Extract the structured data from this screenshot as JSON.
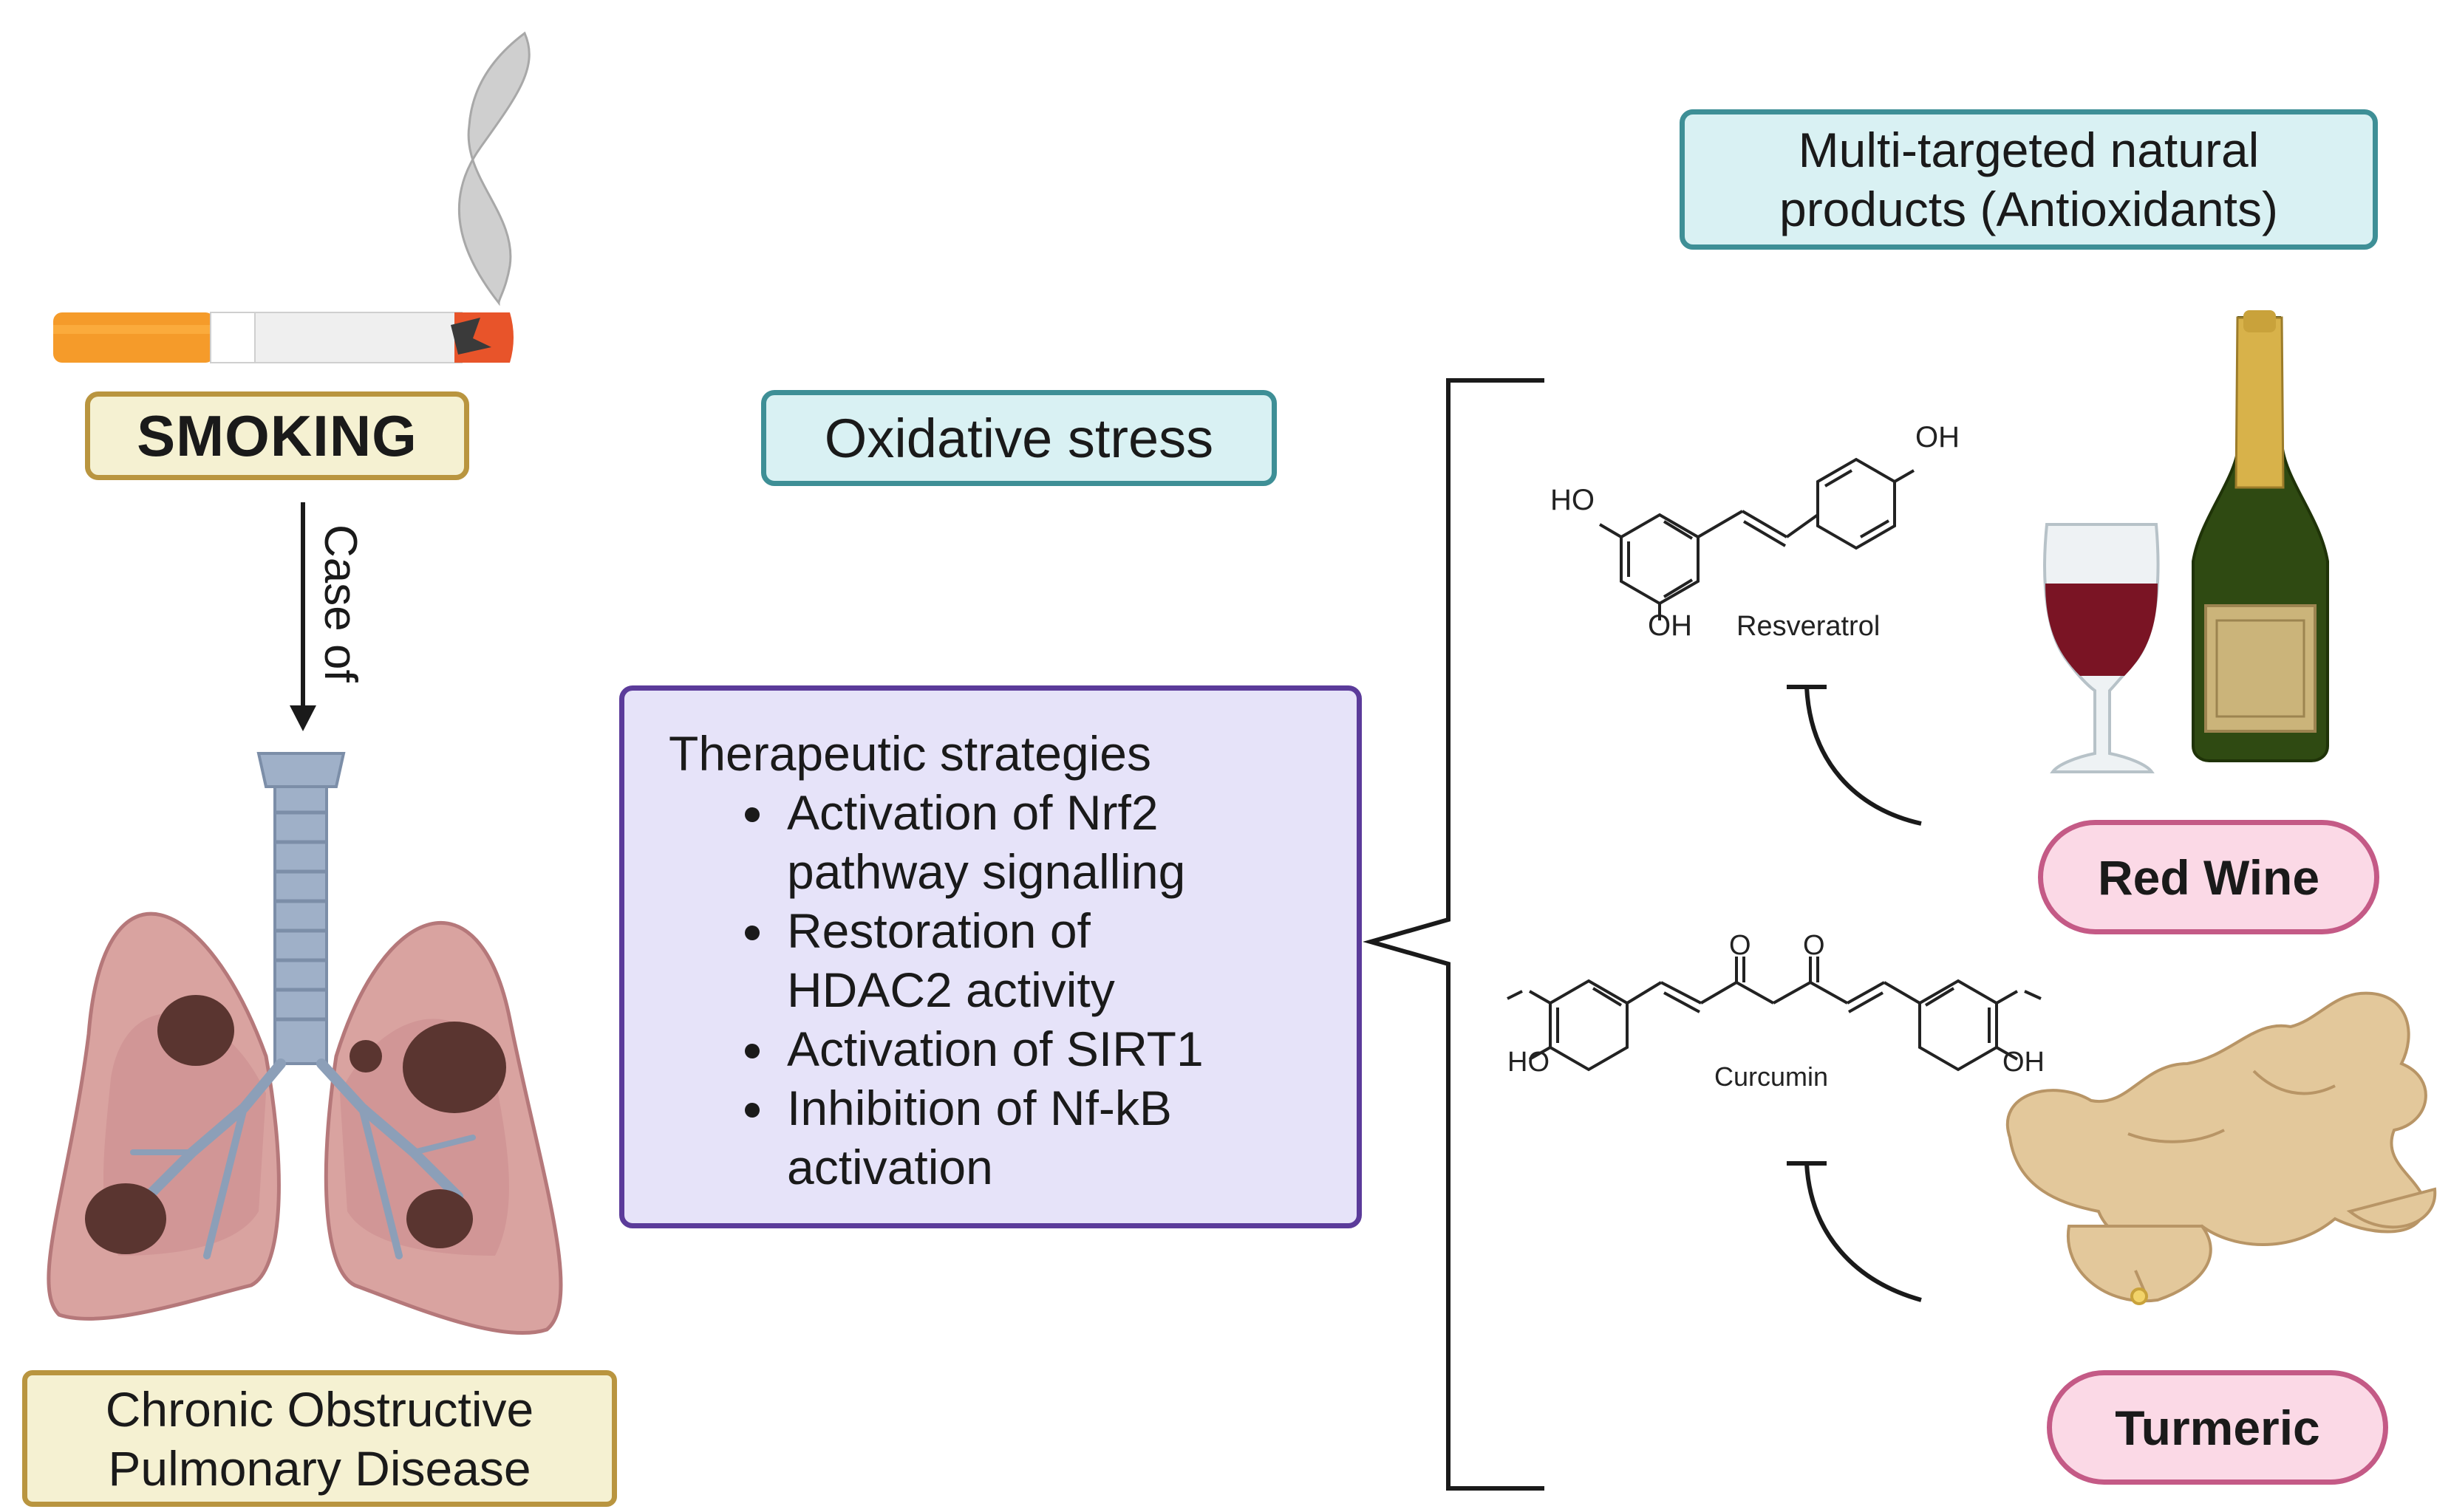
{
  "diagram": {
    "smoking_label": "SMOKING",
    "arrow_label": "Case of",
    "copd_label_line1": "Chronic Obstructive",
    "copd_label_line2": "Pulmonary Disease",
    "oxidative_label": "Oxidative stress",
    "therapeutic": {
      "title": "Therapeutic strategies",
      "items": [
        {
          "line1": "Activation of Nrf2",
          "line2": "pathway signalling"
        },
        {
          "line1": "Restoration of",
          "line2": "HDAC2 activity"
        },
        {
          "line1": "Activation of SIRT1",
          "line2": ""
        },
        {
          "line1": "Inhibition of Nf-kB",
          "line2": "activation"
        }
      ]
    },
    "natural_products_line1": "Multi-targeted natural",
    "natural_products_line2": "products (Antioxidants)",
    "resveratrol": {
      "name": "Resveratrol",
      "ho": "HO",
      "oh_top": "OH",
      "oh_bottom": "OH"
    },
    "curcumin": {
      "name": "Curcumin",
      "o1": "O",
      "o2": "O",
      "ho": "HO",
      "oh": "OH"
    },
    "red_wine_label": "Red Wine",
    "turmeric_label": "Turmeric"
  },
  "colors": {
    "smoking_fill": "#f5f1d2",
    "smoking_border": "#b9953f",
    "teal_fill": "#d9f1f3",
    "teal_border": "#3e8f96",
    "purple_fill": "#e6e3f9",
    "purple_border": "#5b3b9a",
    "pink_fill": "#fbd9e6",
    "pink_border": "#c45a86"
  }
}
